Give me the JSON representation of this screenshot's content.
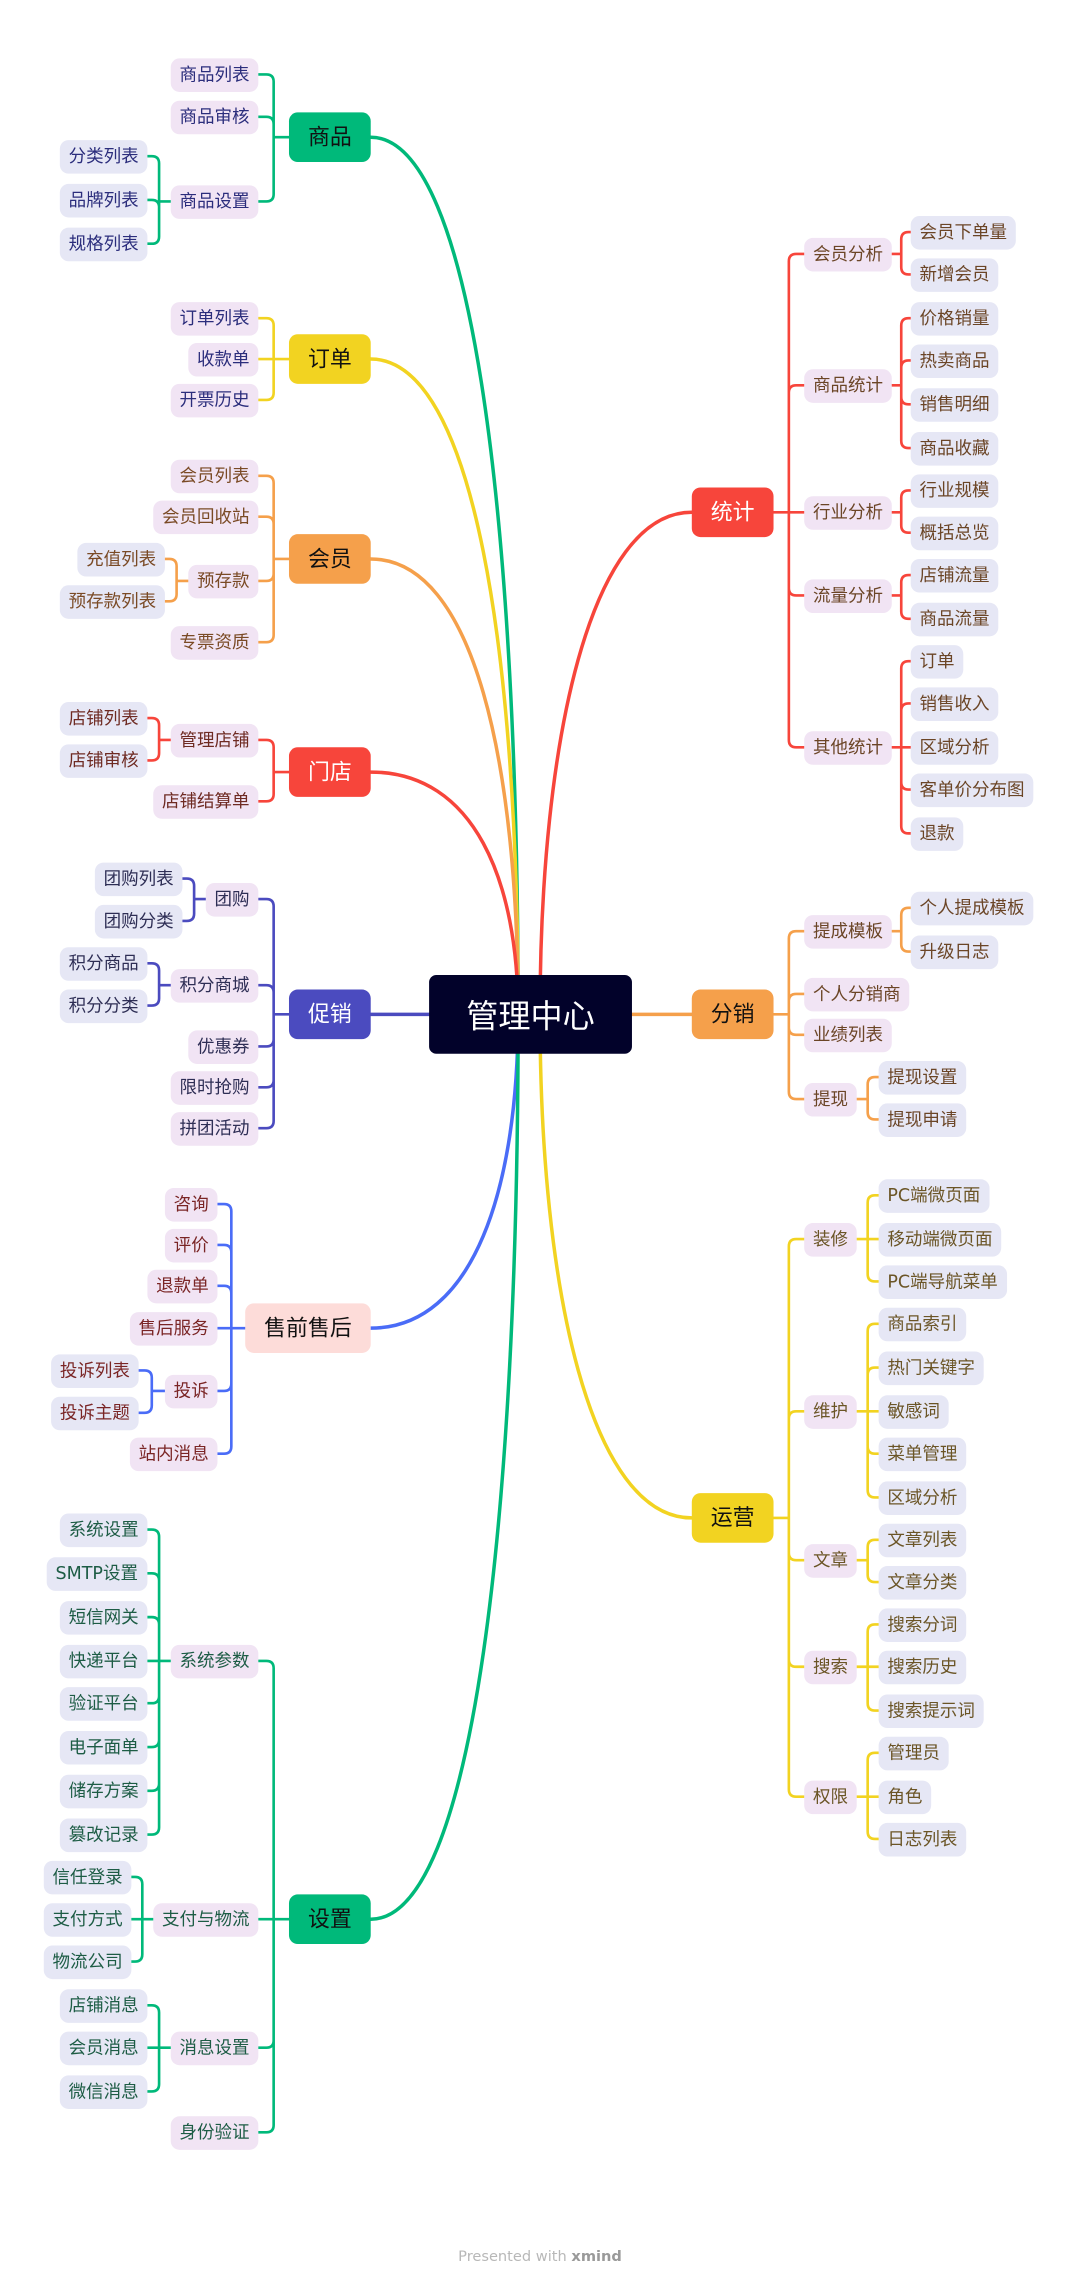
{
  "center": {
    "label": "管理中心",
    "color": "#02022a"
  },
  "branches": [
    {
      "label": "商品",
      "side": "left",
      "color": "#00b97a",
      "text_color": "#111111",
      "fill": "#00b97a",
      "leaf_text": "#2b2d7c",
      "children": [
        {
          "label": "商品列表"
        },
        {
          "label": "商品审核"
        },
        {
          "label": "商品设置",
          "children": [
            {
              "label": "分类列表"
            },
            {
              "label": "品牌列表"
            },
            {
              "label": "规格列表"
            }
          ]
        }
      ]
    },
    {
      "label": "订单",
      "side": "left",
      "color": "#f2d321",
      "text_color": "#111111",
      "fill": "#f2d321",
      "leaf_text": "#2b2d7c",
      "children": [
        {
          "label": "订单列表"
        },
        {
          "label": "收款单"
        },
        {
          "label": "开票历史"
        }
      ]
    },
    {
      "label": "会员",
      "side": "left",
      "color": "#f5a04b",
      "text_color": "#111111",
      "fill": "#f5a04b",
      "leaf_text": "#7a4a25",
      "children": [
        {
          "label": "会员列表"
        },
        {
          "label": "会员回收站"
        },
        {
          "label": "预存款",
          "children": [
            {
              "label": "充值列表"
            },
            {
              "label": "预存款列表"
            }
          ]
        },
        {
          "label": "专票资质"
        }
      ]
    },
    {
      "label": "门店",
      "side": "left",
      "color": "#f7453b",
      "text_color": "#ffffff",
      "fill": "#f7453b",
      "leaf_text": "#6e2a22",
      "children": [
        {
          "label": "管理店铺",
          "children": [
            {
              "label": "店铺列表"
            },
            {
              "label": "店铺审核"
            }
          ]
        },
        {
          "label": "店铺结算单"
        }
      ]
    },
    {
      "label": "促销",
      "side": "left",
      "color": "#4b4bbf",
      "text_color": "#ffffff",
      "fill": "#4b4bbf",
      "leaf_text": "#2e2e55",
      "children": [
        {
          "label": "团购",
          "children": [
            {
              "label": "团购列表"
            },
            {
              "label": "团购分类"
            }
          ]
        },
        {
          "label": "积分商城",
          "children": [
            {
              "label": "积分商品"
            },
            {
              "label": "积分分类"
            }
          ]
        },
        {
          "label": "优惠券"
        },
        {
          "label": "限时抢购"
        },
        {
          "label": "拼团活动"
        }
      ]
    },
    {
      "label": "售前售后",
      "side": "left",
      "color": "#4a6cf7",
      "text_color": "#111111",
      "fill": "#fddcd9",
      "leaf_text": "#7a2525",
      "children": [
        {
          "label": "咨询"
        },
        {
          "label": "评价"
        },
        {
          "label": "退款单"
        },
        {
          "label": "售后服务"
        },
        {
          "label": "投诉",
          "children": [
            {
              "label": "投诉列表"
            },
            {
              "label": "投诉主题"
            }
          ]
        },
        {
          "label": "站内消息"
        }
      ]
    },
    {
      "label": "设置",
      "side": "left",
      "color": "#00b97a",
      "text_color": "#111111",
      "fill": "#00b97a",
      "leaf_text": "#1d5c45",
      "children": [
        {
          "label": "系统参数",
          "children": [
            {
              "label": "系统设置"
            },
            {
              "label": "SMTP设置"
            },
            {
              "label": "短信网关"
            },
            {
              "label": "快递平台"
            },
            {
              "label": "验证平台"
            },
            {
              "label": "电子面单"
            },
            {
              "label": "储存方案"
            },
            {
              "label": "篡改记录"
            }
          ]
        },
        {
          "label": "支付与物流",
          "children": [
            {
              "label": "信任登录"
            },
            {
              "label": "支付方式"
            },
            {
              "label": "物流公司"
            }
          ]
        },
        {
          "label": "消息设置",
          "children": [
            {
              "label": "店铺消息"
            },
            {
              "label": "会员消息"
            },
            {
              "label": "微信消息"
            }
          ]
        },
        {
          "label": "身份验证"
        }
      ]
    },
    {
      "label": "统计",
      "side": "right",
      "color": "#f7453b",
      "text_color": "#ffffff",
      "fill": "#f7453b",
      "leaf_text": "#6b4526",
      "children": [
        {
          "label": "会员分析",
          "children": [
            {
              "label": "会员下单量"
            },
            {
              "label": "新增会员"
            }
          ]
        },
        {
          "label": "商品统计",
          "children": [
            {
              "label": "价格销量"
            },
            {
              "label": "热卖商品"
            },
            {
              "label": "销售明细"
            },
            {
              "label": "商品收藏"
            }
          ]
        },
        {
          "label": "行业分析",
          "children": [
            {
              "label": "行业规模"
            },
            {
              "label": "概括总览"
            }
          ]
        },
        {
          "label": "流量分析",
          "children": [
            {
              "label": "店铺流量"
            },
            {
              "label": "商品流量"
            }
          ]
        },
        {
          "label": "其他统计",
          "children": [
            {
              "label": "订单"
            },
            {
              "label": "销售收入"
            },
            {
              "label": "区域分析"
            },
            {
              "label": "客单价分布图"
            },
            {
              "label": "退款"
            }
          ]
        }
      ]
    },
    {
      "label": "分销",
      "side": "right",
      "color": "#f5a04b",
      "text_color": "#111111",
      "fill": "#f5a04b",
      "leaf_text": "#6b4526",
      "children": [
        {
          "label": "提成模板",
          "children": [
            {
              "label": "个人提成模板"
            },
            {
              "label": "升级日志"
            }
          ]
        },
        {
          "label": "个人分销商"
        },
        {
          "label": "业绩列表"
        },
        {
          "label": "提现",
          "children": [
            {
              "label": "提现设置"
            },
            {
              "label": "提现申请"
            }
          ]
        }
      ]
    },
    {
      "label": "运营",
      "side": "right",
      "color": "#f2d321",
      "text_color": "#111111",
      "fill": "#f2d321",
      "leaf_text": "#6b5526",
      "children": [
        {
          "label": "装修",
          "children": [
            {
              "label": "PC端微页面"
            },
            {
              "label": "移动端微页面"
            },
            {
              "label": "PC端导航菜单"
            }
          ]
        },
        {
          "label": "维护",
          "children": [
            {
              "label": "商品索引"
            },
            {
              "label": "热门关键字"
            },
            {
              "label": "敏感词"
            },
            {
              "label": "菜单管理"
            },
            {
              "label": "区域分析"
            }
          ]
        },
        {
          "label": "文章",
          "children": [
            {
              "label": "文章列表"
            },
            {
              "label": "文章分类"
            }
          ]
        },
        {
          "label": "搜索",
          "children": [
            {
              "label": "搜索分词"
            },
            {
              "label": "搜索历史"
            },
            {
              "label": "搜索提示词"
            }
          ]
        },
        {
          "label": "权限",
          "children": [
            {
              "label": "管理员"
            },
            {
              "label": "角色"
            },
            {
              "label": "日志列表"
            }
          ]
        }
      ]
    }
  ],
  "footer": {
    "prefix": "Presented with",
    "brand": "xmind"
  }
}
